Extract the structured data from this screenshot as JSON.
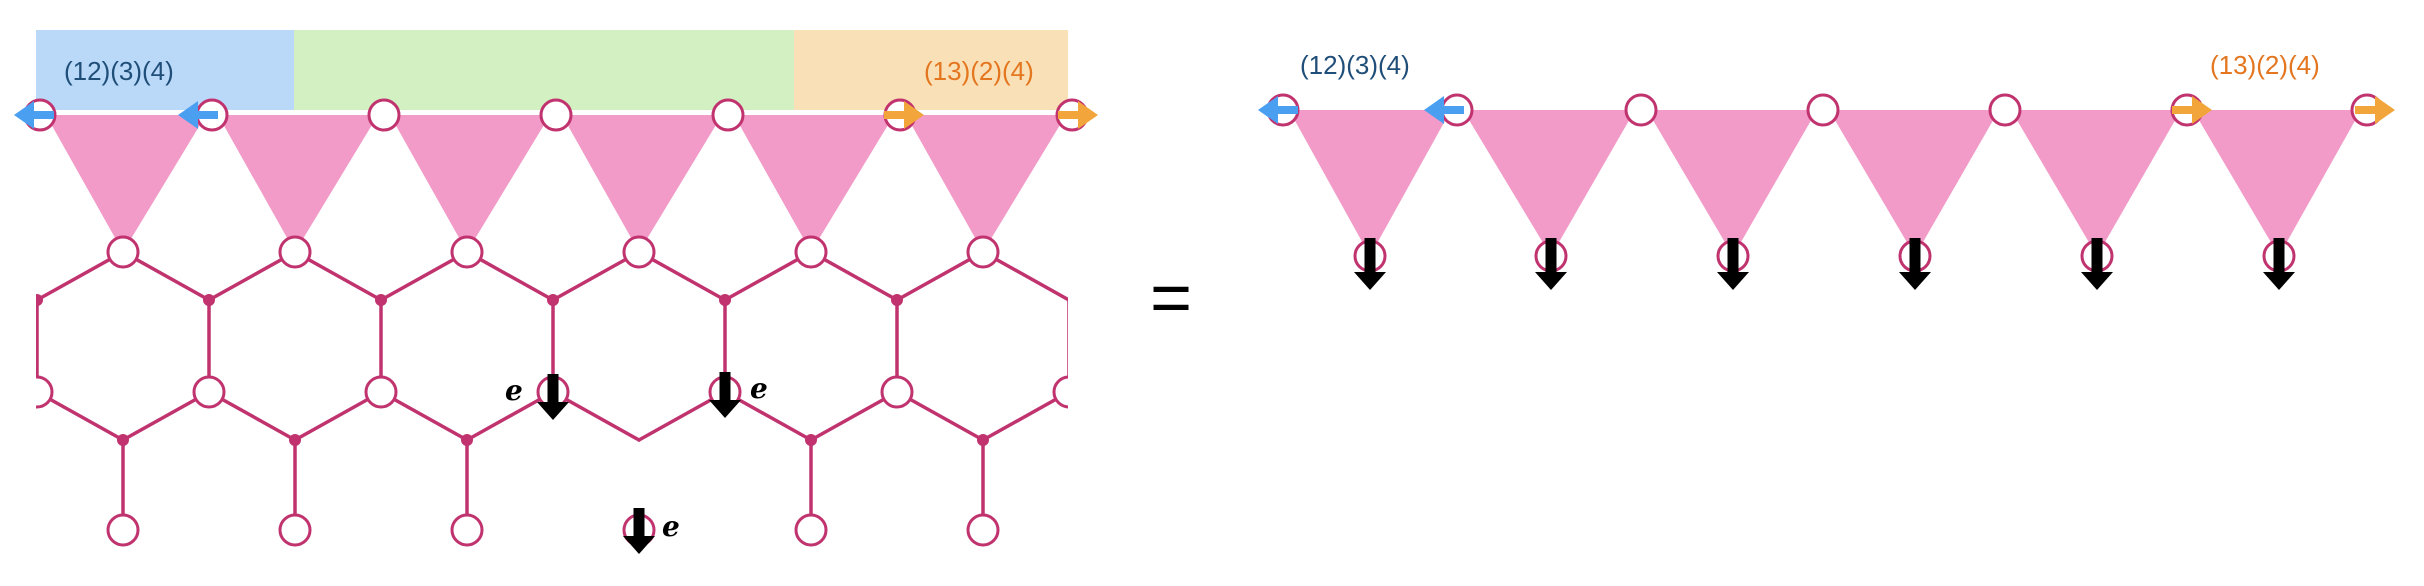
{
  "labels": {
    "left_perm": "(12)(3)(4)",
    "right_perm": "(13)(2)(4)",
    "equals": "=",
    "e1": "e",
    "e2": "e",
    "e3": "e"
  },
  "colors": {
    "magenta": "#c0336e",
    "pink_fill": "#f29bc8",
    "blue_region": "#bad8f8",
    "green_region": "#d3f0c2",
    "orange_region": "#fae0b6",
    "blue_arrow": "#4a9ff0",
    "orange_arrow": "#f1a53b",
    "blue_text": "#1f4e79",
    "orange_text": "#e3761f",
    "black": "#000000"
  }
}
